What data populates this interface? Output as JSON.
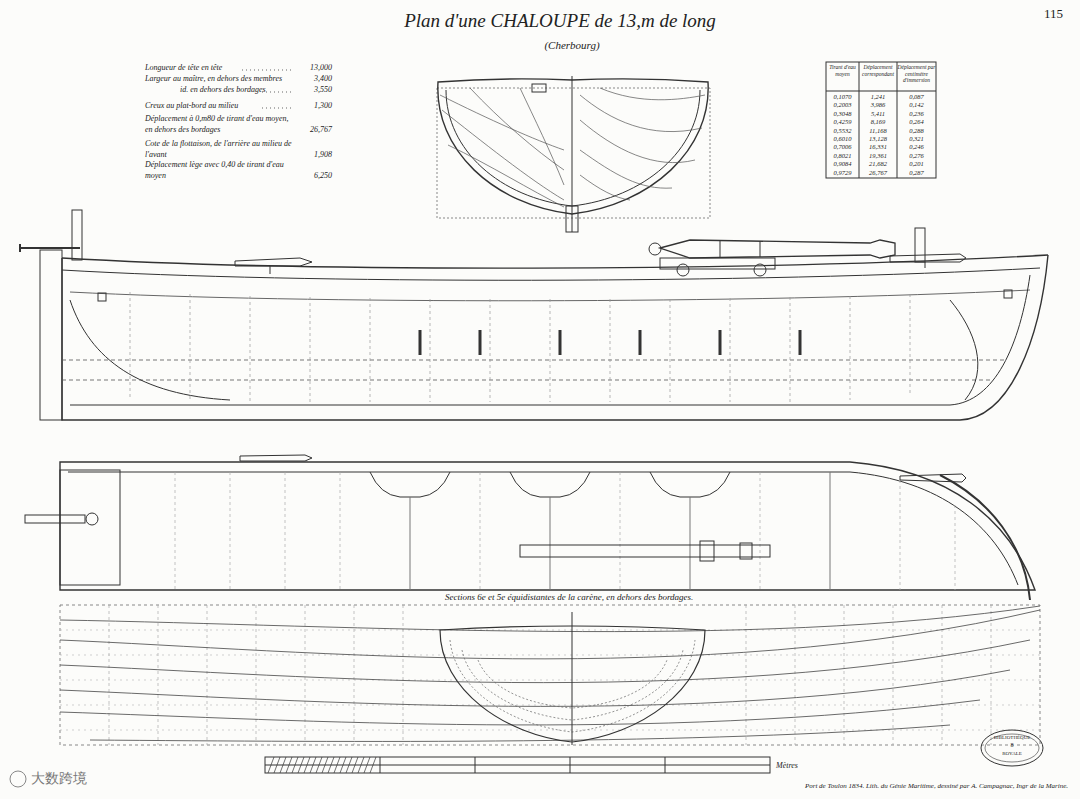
{
  "diagram": {
    "title": "Plan d'une CHALOUPE de 13,m de long",
    "labels": [
      "(Cherbourg)",
      "115",
      "Longueur de tête en tête",
      "13,000",
      "Largeur au maître, en dehors des membres",
      "3,400",
      "id. en dehors des bordages",
      "3,550",
      "Creux au plat-bord au milieu",
      "1,300",
      "Déplacement à 0,m80 de tirant d'eau moyen, en dehors des bordages",
      "26,767",
      "Cote de la flottaison, de l'arrière au milieu de l'avant",
      "1,908",
      "Déplacement lège avec 0,40 de tirant d'eau moyen",
      "6,250",
      "Tirant d'eau moyen",
      "Déplacement correspondant",
      "Déplacement par centimètre d'immersion",
      "0,1070",
      "1,241",
      "0,087",
      "0,2003",
      "3,986",
      "0,142",
      "0,3048",
      "5,411",
      "0,236",
      "0,4259",
      "8,169",
      "0,264",
      "0,5532",
      "11,168",
      "0,288",
      "0,6010",
      "13,128",
      "0,321",
      "0,7006",
      "16,331",
      "0,246",
      "0,8021",
      "19,361",
      "0,276",
      "0,9084",
      "21,682",
      "0,201",
      "0,9729",
      "26,767",
      "0,287",
      "Sections 6e et 5e équidistantes de la carène, en dehors des bordages.",
      "Mètres",
      "BIBLIOTHÈQUE",
      "8",
      "ROYALE",
      "Port de Toulon 1834. Lith. du Génie Maritime, dessiné par A. Campagnac, Ingr de la Marine.",
      "大数跨境"
    ]
  }
}
